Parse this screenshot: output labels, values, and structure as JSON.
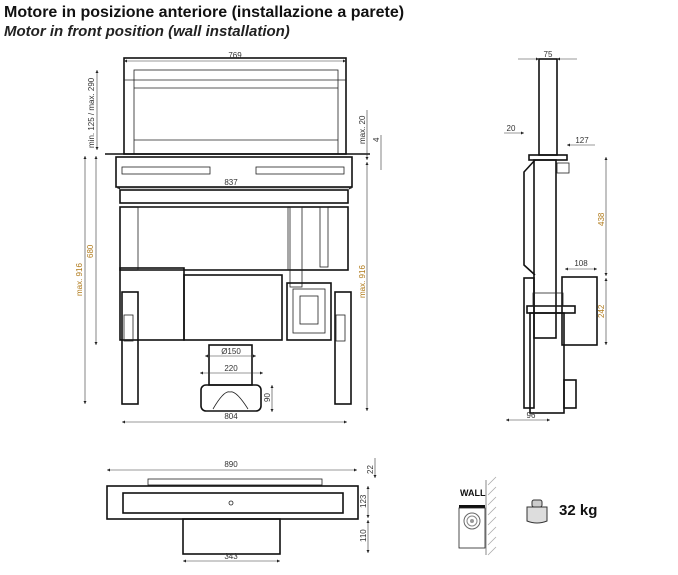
{
  "title": "Motore in posizione anteriore (installazione a parete)",
  "subtitle": "Motor in front position (wall installation)",
  "front_view": {
    "width_top": "769",
    "width_rail": "837",
    "width_bottom": "804",
    "duct_diameter": "Ø150",
    "duct_width": "220",
    "duct_height": "90",
    "height_range": "min. 125 / max. 290",
    "height_total_left": "max. 916",
    "height_680": "680",
    "max_20": "max. 20",
    "gap_4": "4",
    "height_total_right": "max. 916"
  },
  "side_view": {
    "column_width": "75",
    "offset_20": "20",
    "depth_127": "127",
    "height_438": "438",
    "motor_depth": "108",
    "motor_height": "242",
    "base_96": "96"
  },
  "bottom_view": {
    "width": "890",
    "top_22": "22",
    "body_123": "123",
    "box_110": "110",
    "box_width": "343"
  },
  "wall_label": "WALL",
  "weight": "32 kg",
  "icons": [
    "wall-mount-icon",
    "weight-icon"
  ]
}
